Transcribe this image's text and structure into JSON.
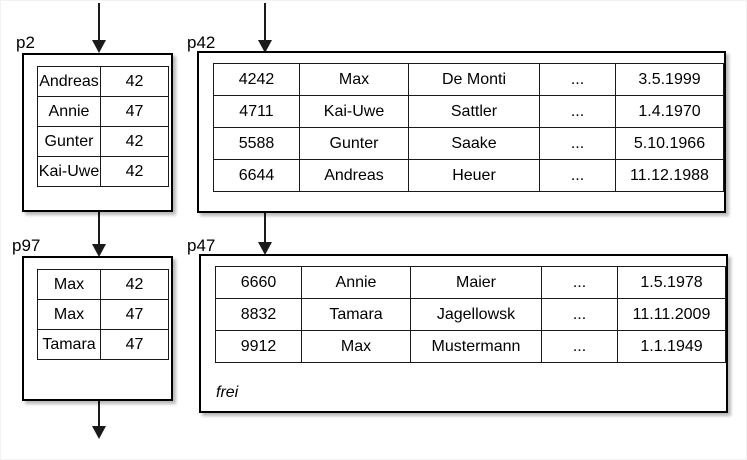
{
  "diagram": {
    "title": "Hash index buckets with overflow pages",
    "background_color": "#ffffff",
    "line_color": "#1a1a1a"
  },
  "pages": [
    {
      "id": "p2",
      "label": "p2",
      "type": "index",
      "columns": [
        "name",
        "value"
      ],
      "rows": [
        {
          "name": "Andreas",
          "value": "42"
        },
        {
          "name": "Annie",
          "value": "47"
        },
        {
          "name": "Gunter",
          "value": "42"
        },
        {
          "name": "Kai-Uwe",
          "value": "42"
        }
      ]
    },
    {
      "id": "p97",
      "label": "p97",
      "type": "index",
      "columns": [
        "name",
        "value"
      ],
      "rows": [
        {
          "name": "Max",
          "value": "42"
        },
        {
          "name": "Max",
          "value": "47"
        },
        {
          "name": "Tamara",
          "value": "47"
        }
      ]
    },
    {
      "id": "p42",
      "label": "p42",
      "type": "data",
      "columns": [
        "id",
        "firstname",
        "lastname",
        "more",
        "date"
      ],
      "rows": [
        {
          "id": "4242",
          "firstname": "Max",
          "lastname": "De Monti",
          "more": "...",
          "date": "3.5.1999"
        },
        {
          "id": "4711",
          "firstname": "Kai-Uwe",
          "lastname": "Sattler",
          "more": "...",
          "date": "1.4.1970"
        },
        {
          "id": "5588",
          "firstname": "Gunter",
          "lastname": "Saake",
          "more": "...",
          "date": "5.10.1966"
        },
        {
          "id": "6644",
          "firstname": "Andreas",
          "lastname": "Heuer",
          "more": "...",
          "date": "11.12.1988"
        }
      ],
      "free_label": ""
    },
    {
      "id": "p47",
      "label": "p47",
      "type": "data",
      "columns": [
        "id",
        "firstname",
        "lastname",
        "more",
        "date"
      ],
      "rows": [
        {
          "id": "6660",
          "firstname": "Annie",
          "lastname": "Maier",
          "more": "...",
          "date": "1.5.1978"
        },
        {
          "id": "8832",
          "firstname": "Tamara",
          "lastname": "Jagellowsk",
          "more": "...",
          "date": "11.11.2009"
        },
        {
          "id": "9912",
          "firstname": "Max",
          "lastname": "Mustermann",
          "more": "...",
          "date": "1.1.1949"
        }
      ],
      "free_label": "frei"
    }
  ],
  "arrows": [
    {
      "name": "arrow-into-p2",
      "from": "top-edge",
      "to": "p2"
    },
    {
      "name": "arrow-p2-to-p97",
      "from": "p2",
      "to": "p97"
    },
    {
      "name": "arrow-out-of-p97",
      "from": "p97",
      "to": "bottom-edge"
    },
    {
      "name": "arrow-into-p42",
      "from": "top-edge",
      "to": "p42"
    },
    {
      "name": "arrow-p42-to-p47",
      "from": "p42",
      "to": "p47"
    }
  ]
}
